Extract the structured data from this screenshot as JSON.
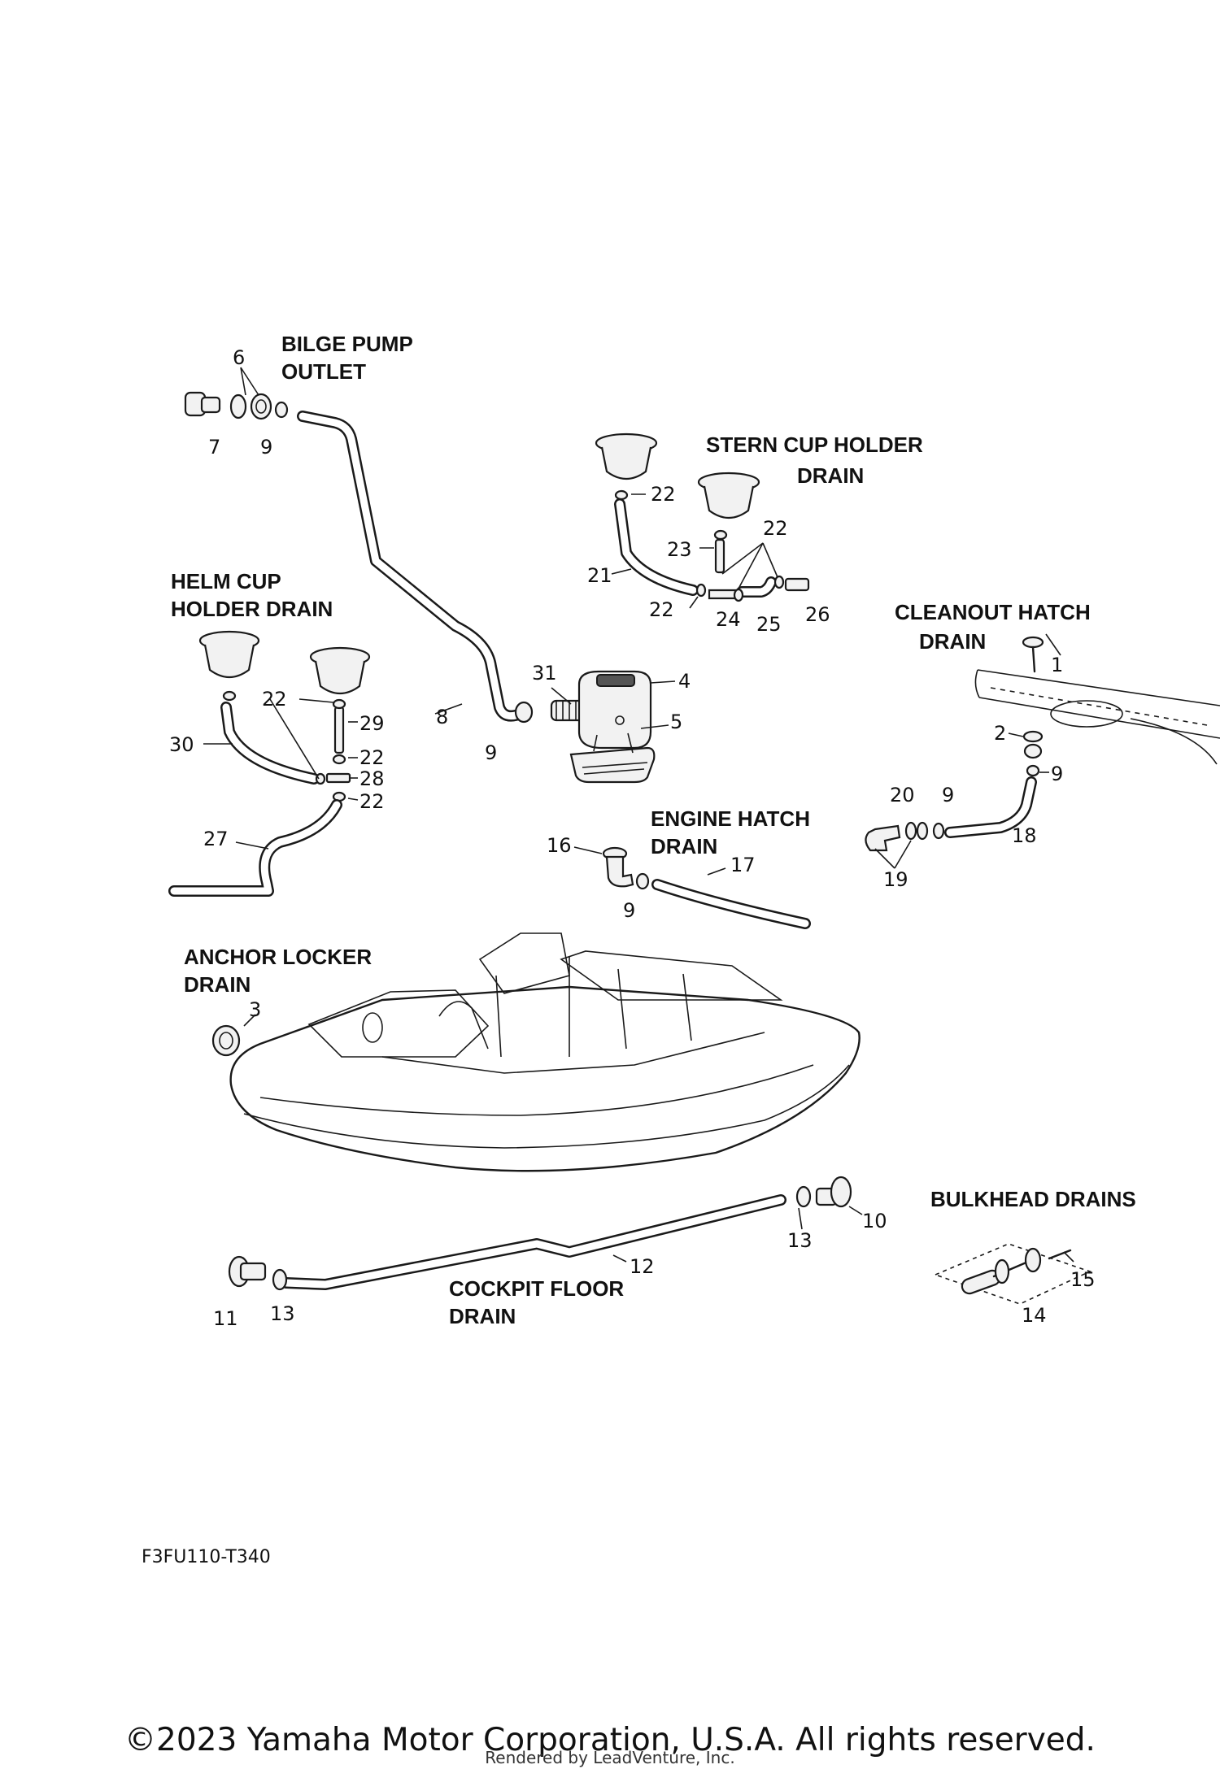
{
  "headings": {
    "bilge_pump_outlet_1": "BILGE PUMP",
    "bilge_pump_outlet_2": "OUTLET",
    "stern_cup_1": "STERN CUP HOLDER",
    "stern_cup_2": "DRAIN",
    "helm_cup_1": "HELM CUP",
    "helm_cup_2": "HOLDER DRAIN",
    "cleanout_1": "CLEANOUT HATCH",
    "cleanout_2": "DRAIN",
    "engine_hatch_1": "ENGINE  HATCH",
    "engine_hatch_2": "DRAIN",
    "anchor_locker_1": "ANCHOR LOCKER",
    "anchor_locker_2": "DRAIN",
    "bulkhead": "BULKHEAD DRAINS",
    "cockpit_floor_1": "COCKPIT FLOOR",
    "cockpit_floor_2": "DRAIN"
  },
  "callouts": {
    "c1": "1",
    "c2": "2",
    "c3": "3",
    "c4": "4",
    "c5": "5",
    "c6": "6",
    "c7": "7",
    "c8": "8",
    "c9": "9",
    "c10": "10",
    "c11": "11",
    "c12": "12",
    "c13": "13",
    "c14": "14",
    "c15": "15",
    "c16": "16",
    "c17": "17",
    "c18": "18",
    "c19": "19",
    "c20": "20",
    "c21": "21",
    "c22": "22",
    "c23": "23",
    "c24": "24",
    "c25": "25",
    "c26": "26",
    "c27": "27",
    "c28": "28",
    "c29": "29",
    "c30": "30",
    "c31": "31"
  },
  "part_code": "F3FU110-T340",
  "copyright": "©2023 Yamaha Motor Corporation, U.S.A. All rights reserved.",
  "rendered_by": "Rendered by LeadVenture, Inc."
}
